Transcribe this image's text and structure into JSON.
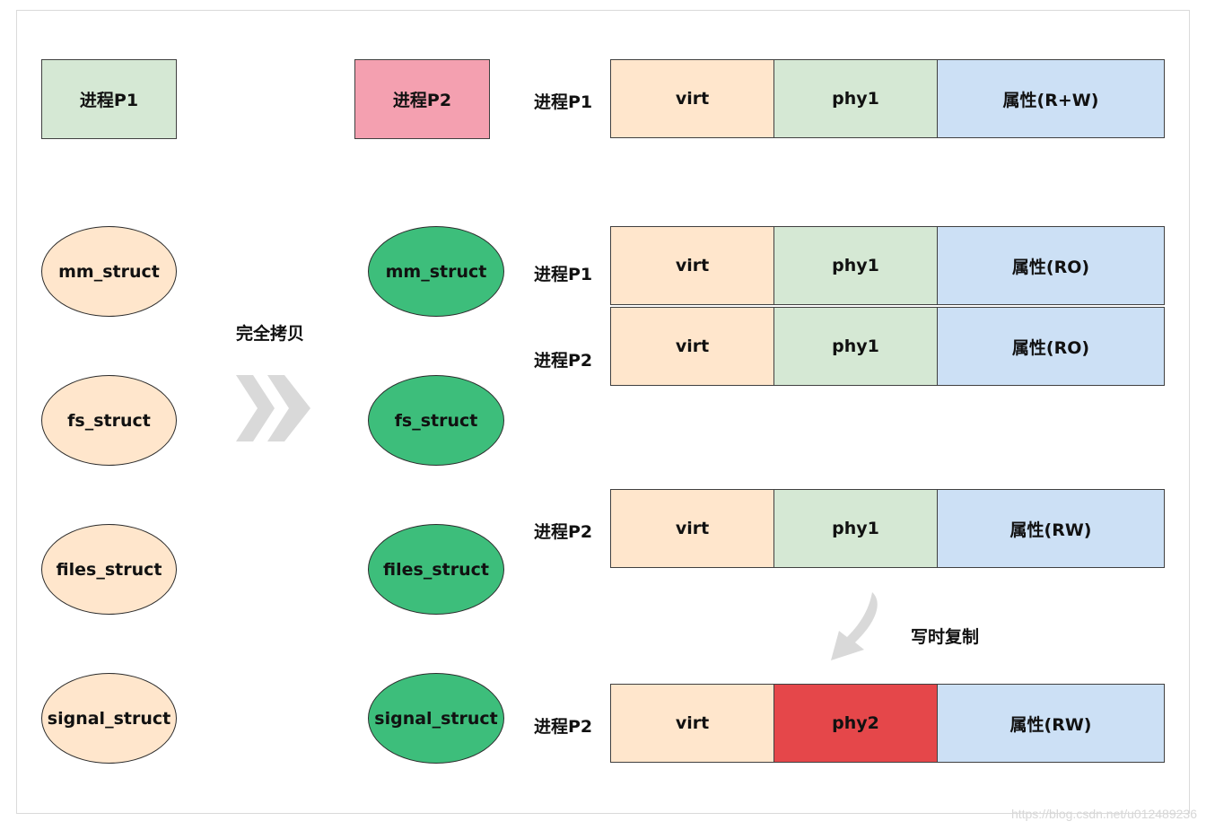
{
  "process_boxes": {
    "p1": "进程P1",
    "p2": "进程P2"
  },
  "left_structs": [
    "mm_struct",
    "fs_struct",
    "files_struct",
    "signal_struct"
  ],
  "right_structs": [
    "mm_struct",
    "fs_struct",
    "files_struct",
    "signal_struct"
  ],
  "full_copy_label": "完全拷贝",
  "cow_label": "写时复制",
  "mapping_rows": [
    {
      "owner": "进程P1",
      "virt": "virt",
      "phys": "phy1",
      "attr": "属性(R+W)"
    },
    {
      "owner": "进程P1",
      "virt": "virt",
      "phys": "phy1",
      "attr": "属性(RO)"
    },
    {
      "owner": "进程P2",
      "virt": "virt",
      "phys": "phy1",
      "attr": "属性(RO)"
    },
    {
      "owner": "进程P2",
      "virt": "virt",
      "phys": "phy1",
      "attr": "属性(RW)"
    },
    {
      "owner": "进程P2",
      "virt": "virt",
      "phys": "phy2",
      "attr": "属性(RW)"
    }
  ],
  "watermark": "https://blog.csdn.net/u012489236",
  "colors": {
    "peach": "#ffe6cc",
    "light_green": "#d5e8d4",
    "blue": "#cce0f5",
    "pink": "#f4a0b0",
    "red": "#e5474a",
    "dark_green": "#3dbe7b",
    "arrow_gray": "#d9d9d9"
  }
}
